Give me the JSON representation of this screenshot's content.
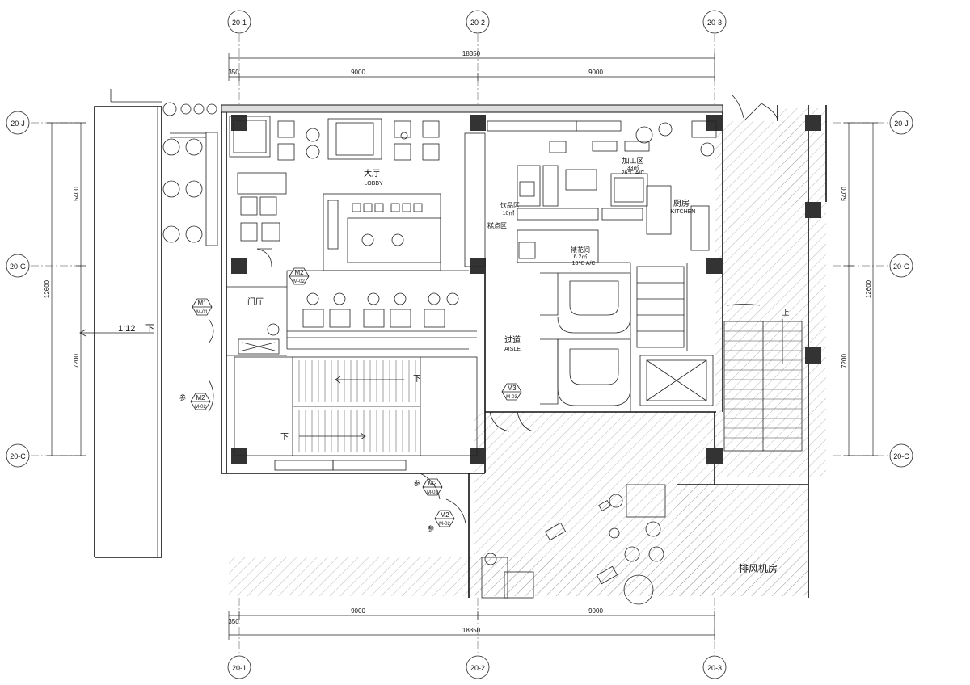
{
  "grid": {
    "columns": [
      "20-1",
      "20-2",
      "20-3"
    ],
    "rows": [
      "20-J",
      "20-G",
      "20-C"
    ]
  },
  "dimensions": {
    "total_width": "18350",
    "offset": "350",
    "bay_left": "9000",
    "bay_right": "9000",
    "total_height": "12600",
    "upper_span": "5400",
    "lower_span": "7200"
  },
  "rooms": {
    "lobby_cn": "大厅",
    "lobby_en": "LOBBY",
    "foyer": "门厅",
    "aisle_cn": "过道",
    "aisle_en": "AISLE",
    "kitchen_cn": "厨房",
    "kitchen_en": "KITCHEN",
    "process_zone": "加工区",
    "process_area": "33㎡",
    "process_temp": "26℃ A/C",
    "drinks_zone": "饮品区",
    "drinks_area": "10㎡",
    "pastry": "糕点区",
    "pastry_room": "裱花间",
    "pastry_area": "6.2㎡",
    "pastry_temp": "18℃ A/C",
    "exhaust_room": "排风机房"
  },
  "ramp": {
    "slope": "1:12",
    "down": "下"
  },
  "stair": {
    "down": "下",
    "up": "上"
  },
  "doors": {
    "m1_a": "M1",
    "m1_b": "M-01",
    "m2_a": "M2",
    "m2_b": "M-02",
    "m3_a": "M3",
    "m3_b": "M-03",
    "ref": "参"
  }
}
